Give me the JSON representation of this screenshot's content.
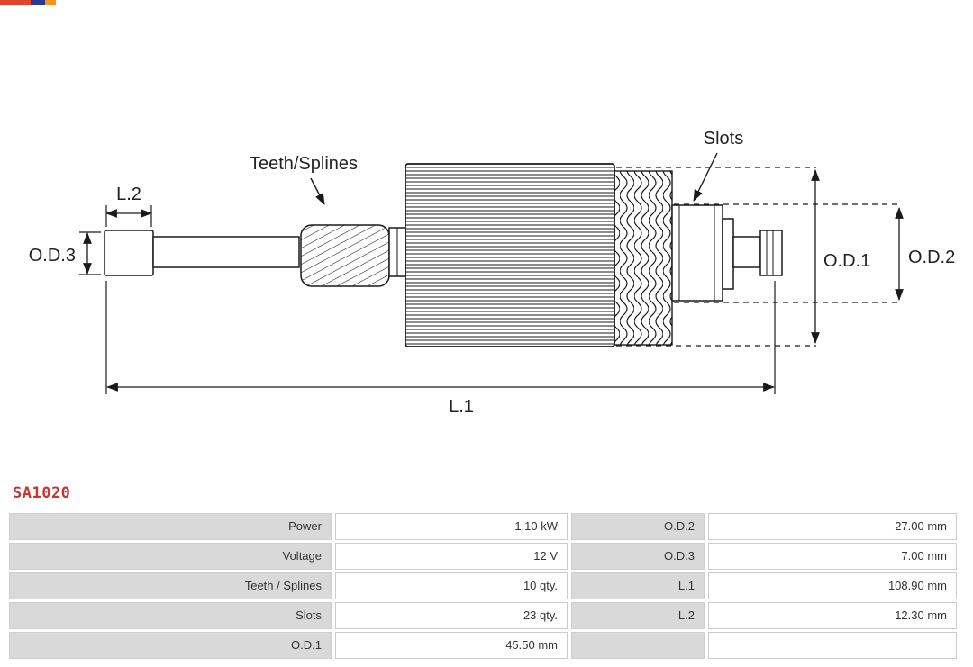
{
  "diagram": {
    "labels": {
      "teeth_splines": "Teeth/Splines",
      "slots": "Slots",
      "l1": "L.1",
      "l2": "L.2",
      "od1": "O.D.1",
      "od2": "O.D.2",
      "od3": "O.D.3"
    }
  },
  "part_number": "SA1020",
  "colors": {
    "part_number": "#cc3333",
    "table_label_bg": "#d9d9d9",
    "table_border": "#cccccc",
    "line": "#1a1a1a"
  },
  "table": {
    "rows": [
      {
        "l_label": "Power",
        "l_value": "1.10 kW",
        "r_label": "O.D.2",
        "r_value": "27.00 mm"
      },
      {
        "l_label": "Voltage",
        "l_value": "12 V",
        "r_label": "O.D.3",
        "r_value": "7.00 mm"
      },
      {
        "l_label": "Teeth / Splines",
        "l_value": "10 qty.",
        "r_label": "L.1",
        "r_value": "108.90 mm"
      },
      {
        "l_label": "Slots",
        "l_value": "23 qty.",
        "r_label": "L.2",
        "r_value": "12.30 mm"
      },
      {
        "l_label": "O.D.1",
        "l_value": "45.50 mm",
        "r_label": "",
        "r_value": ""
      }
    ]
  }
}
